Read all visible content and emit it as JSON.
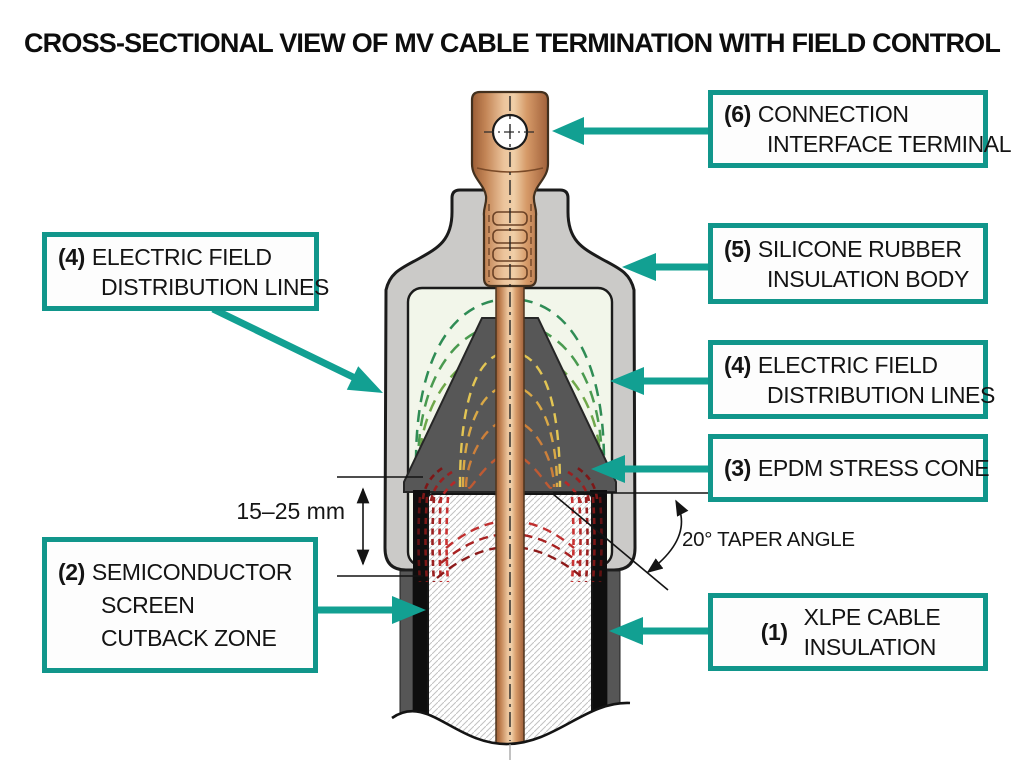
{
  "title": "CROSS-SECTIONAL VIEW OF MV CABLE TERMINATION WITH FIELD CONTROL",
  "colors": {
    "accent_teal": "#11968b",
    "arrow_teal": "#12a092",
    "copper": "#d29a6b",
    "silicone_gray": "#cbcac8",
    "stress_cone_gray": "#575757",
    "field_line_green": "#2f8c55",
    "field_line_yellow": "#e0c552",
    "field_line_red": "#b42929"
  },
  "annotations": {
    "cutback_dimension": "15–25 mm",
    "taper_angle": "20° TAPER ANGLE"
  },
  "callouts": {
    "terminal": {
      "number": "(6)",
      "line1": "CONNECTION",
      "line2": "INTERFACE TERMINAL"
    },
    "silicone": {
      "number": "(5)",
      "line1": "SILICONE RUBBER",
      "line2": "INSULATION BODY"
    },
    "field_right": {
      "number": "(4)",
      "line1": "ELECTRIC FIELD",
      "line2": "DISTRIBUTION LINES"
    },
    "stress_cone": {
      "number": "(3)",
      "line1": "EPDM STRESS CONE"
    },
    "insulation": {
      "number": "(1)",
      "line1": "XLPE CABLE",
      "line2": "INSULATION"
    },
    "field_left": {
      "number": "(4)",
      "line1": "ELECTRIC FIELD",
      "line2": "DISTRIBUTION LINES"
    },
    "semicon": {
      "number": "(2)",
      "line1": "SEMICONDUCTOR",
      "line2": "SCREEN",
      "line3": "CUTBACK ZONE"
    }
  }
}
